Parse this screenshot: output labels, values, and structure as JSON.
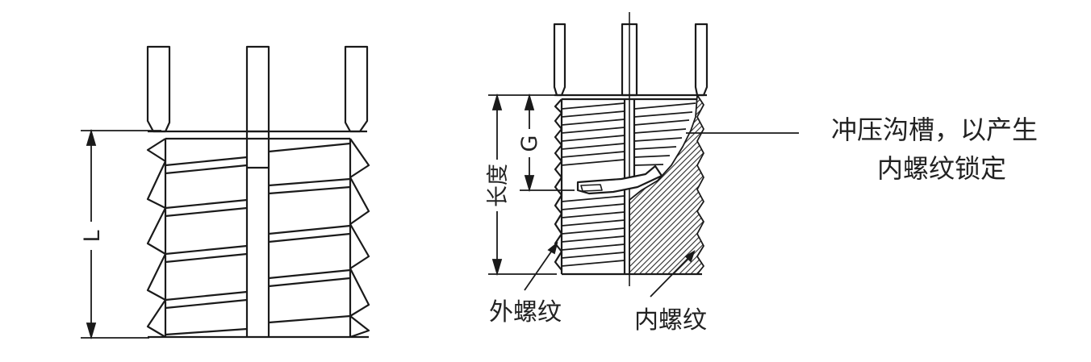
{
  "figure_left": {
    "dimension_label": "L"
  },
  "figure_right": {
    "length_label": "长度",
    "g_label": "G",
    "external_thread_label": "外螺纹",
    "internal_thread_label": "内螺纹"
  },
  "annotation": {
    "line1": "冲压沟槽，以产生",
    "line2": "内螺纹锁定"
  },
  "colors": {
    "stroke": "#1a1a1a",
    "text": "#222222",
    "hatch": "#333333",
    "background": "#ffffff"
  }
}
